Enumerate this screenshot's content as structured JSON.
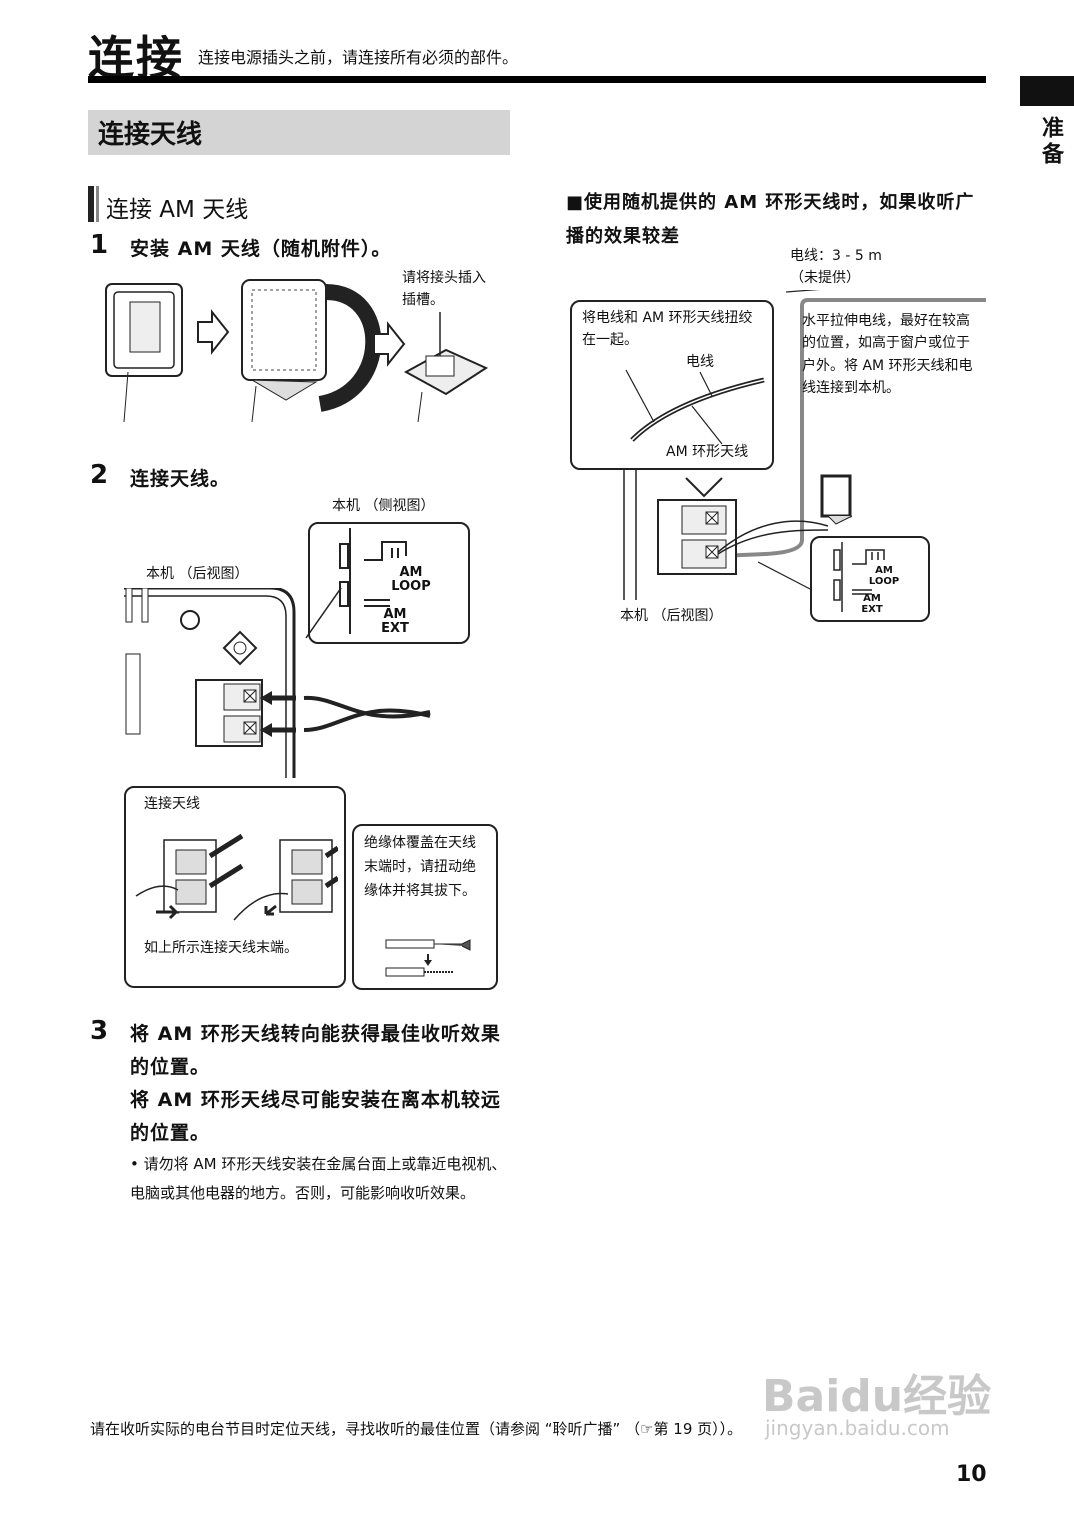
{
  "header": {
    "title": "连接",
    "subtitle": "连接电源插头之前，请连接所有必须的部件。",
    "side_tab": "准备"
  },
  "section": {
    "title": "连接天线"
  },
  "left": {
    "subheading": "连接 AM 天线",
    "step1": {
      "num": "1",
      "text": "安装 AM 天线（随机附件）。",
      "callout": "请将接头插入插槽。"
    },
    "step2": {
      "num": "2",
      "text": "连接天线。",
      "side_view": "本机 （侧视图）",
      "rear_view": "本机 （后视图）",
      "terminal_loop": "AM LOOP",
      "terminal_ext": "AM EXT",
      "connect_box_title": "连接天线",
      "connect_box_caption": "如上所示连接天线末端。",
      "insulation_note": "绝缘体覆盖在天线末端时，请扭动绝缘体并将其拔下。"
    },
    "step3": {
      "num": "3",
      "text1": "将 AM 环形天线转向能获得最佳收听效果的位置。",
      "text2": "将 AM 环形天线尽可能安装在离本机较远的位置。",
      "bullet": "• 请勿将 AM 环形天线安装在金属台面上或靠近电视机、电脑或其他电器的地方。否则，可能影响收听效果。"
    }
  },
  "right": {
    "heading": "■使用随机提供的 AM 环形天线时，如果收听广播的效果较差",
    "wire_label": "电线：3 - 5 m",
    "wire_note": "（未提供）",
    "twist_note": "将电线和 AM 环形天线扭绞在一起。",
    "wire": "电线",
    "am_loop": "AM 环形天线",
    "extend_note": "水平拉伸电线，最好在较高的位置，如高于窗户或位于户外。将 AM 环形天线和电线连接到本机。",
    "rear_view": "本机 （后视图）",
    "terminal_loop": "AM LOOP",
    "terminal_ext": "AM EXT"
  },
  "footer": {
    "text": "请在收听实际的电台节目时定位天线，寻找收听的最佳位置（请参阅 “聆听广播” （☞第 19 页））。",
    "page": "10"
  },
  "watermark": {
    "brand": "Baidu经验",
    "url": "jingyan.baidu.com"
  }
}
